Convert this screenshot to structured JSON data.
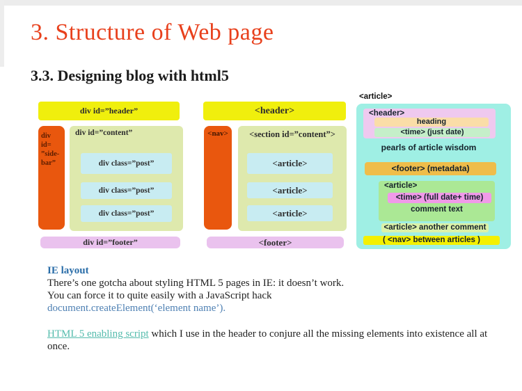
{
  "page": {
    "title": "3. Structure of Web page",
    "subtitle": "3.3. Designing blog with html5"
  },
  "diagram_div": {
    "header": "div id=”header”",
    "sidebar_lines": [
      "div id=",
      "”side-",
      "bar”"
    ],
    "content_label": "div id=”content”",
    "posts": [
      "div class=”post”",
      "div class=”post”",
      "div class=”post”"
    ],
    "footer": "div id=”footer”"
  },
  "diagram_html5": {
    "header": "<header>",
    "nav": "<nav>",
    "section_label": "<section id=”content”>",
    "articles": [
      "<article>",
      "<article>",
      "<article>"
    ],
    "footer": "<footer>"
  },
  "diagram_article": {
    "outer_label": "<article>",
    "header_label": "<header>",
    "heading": "heading",
    "time_date": "<time> (just date)",
    "wisdom": "pearls of article wisdom",
    "footer_meta": "<footer> (metadata)",
    "article_label": "<article>",
    "time_full": "<time> (full date+ time)",
    "comment": "comment text",
    "another_comment": "<article> another comment",
    "nav_between": "( <nav> between articles )"
  },
  "notes": {
    "heading": "IE layout",
    "line1": "There’s one gotcha about styling HTML 5 pages in IE: it doesn’t work.",
    "line2": "You can force it to quite easily with a JavaScript hack",
    "code": "document.createElement(‘element name’).",
    "link_text": "HTML 5 enabling script",
    "link_rest": " which I use in the header to conjure all the missing elements into existence all at once."
  },
  "colors": {
    "title_red": "#e8401c",
    "bar_yellow": "#f0ef0d",
    "block_orange": "#e9570e",
    "content_olive": "#dee9ad",
    "post_blue": "#c8ecf2",
    "footer_pink": "#eac2ee",
    "article_cyan": "#9fefe4",
    "header_pink": "#efc9ef",
    "heading_peach": "#fadda8",
    "time_mint": "#c5efc9",
    "meta_amber": "#efbd4a",
    "comment_green": "#abe895",
    "time_magenta": "#f09ae8",
    "another_lightgreen": "#dcf2a8",
    "nav_yellow": "#f4f000",
    "ie_heading_blue": "#2a6da8",
    "code_blue": "#4e80b3",
    "link_teal": "#53bbac"
  }
}
